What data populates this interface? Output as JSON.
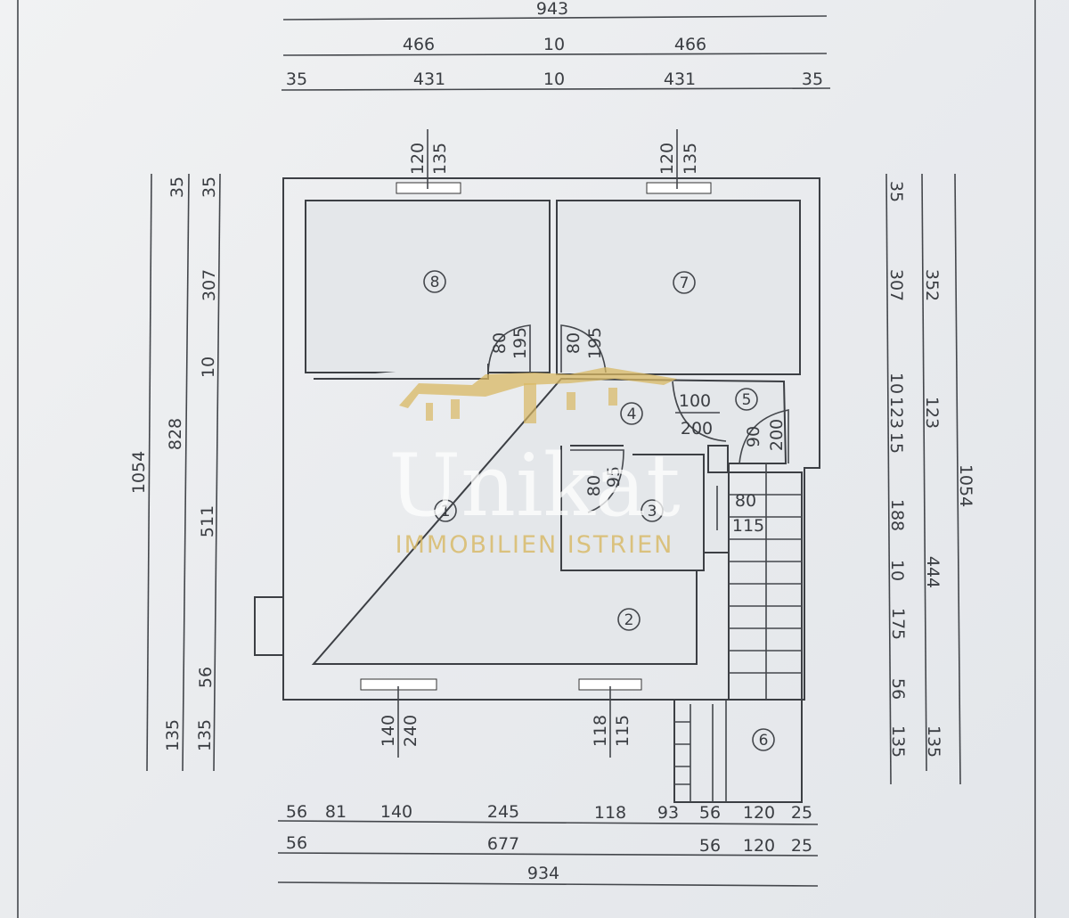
{
  "plan": {
    "top_dims": {
      "overall": "943",
      "row2": [
        "466",
        "10",
        "466"
      ],
      "row3": [
        "35",
        "431",
        "10",
        "431",
        "35"
      ]
    },
    "left_dims": {
      "overall": "1054",
      "mid": [
        "35",
        "828",
        "135"
      ],
      "inner": [
        "35",
        "307",
        "10",
        "511",
        "56",
        "135"
      ]
    },
    "right_dims": {
      "inner": [
        "35",
        "307",
        "10",
        "123",
        "15",
        "188",
        "10",
        "175",
        "56",
        "135"
      ],
      "mid": [
        "352",
        "123",
        "444",
        "135"
      ],
      "overall": "1054"
    },
    "bottom_dims": {
      "row1": [
        "56",
        "81",
        "140",
        "245",
        "118",
        "93",
        "56",
        "120",
        "25"
      ],
      "row2": [
        "56",
        "677",
        "56",
        "120",
        "25"
      ],
      "overall": "934"
    },
    "windows": [
      {
        "w": "120",
        "h": "135"
      },
      {
        "w": "120",
        "h": "135"
      },
      {
        "w": "140",
        "h": "240"
      },
      {
        "w": "118",
        "h": "115"
      }
    ],
    "doors": [
      {
        "w": "80",
        "h": "195"
      },
      {
        "w": "80",
        "h": "195"
      },
      {
        "w": "100",
        "h": "200"
      },
      {
        "w": "90",
        "h": "200"
      },
      {
        "w": "80",
        "h": "95"
      },
      {
        "w": "80",
        "h": "115"
      }
    ],
    "rooms": [
      "1",
      "2",
      "3",
      "4",
      "5",
      "6",
      "7",
      "8"
    ]
  },
  "watermark": {
    "brand": "Unikat",
    "tagline": "IMMOBILIEN ISTRIEN",
    "color": "#d8b863"
  }
}
